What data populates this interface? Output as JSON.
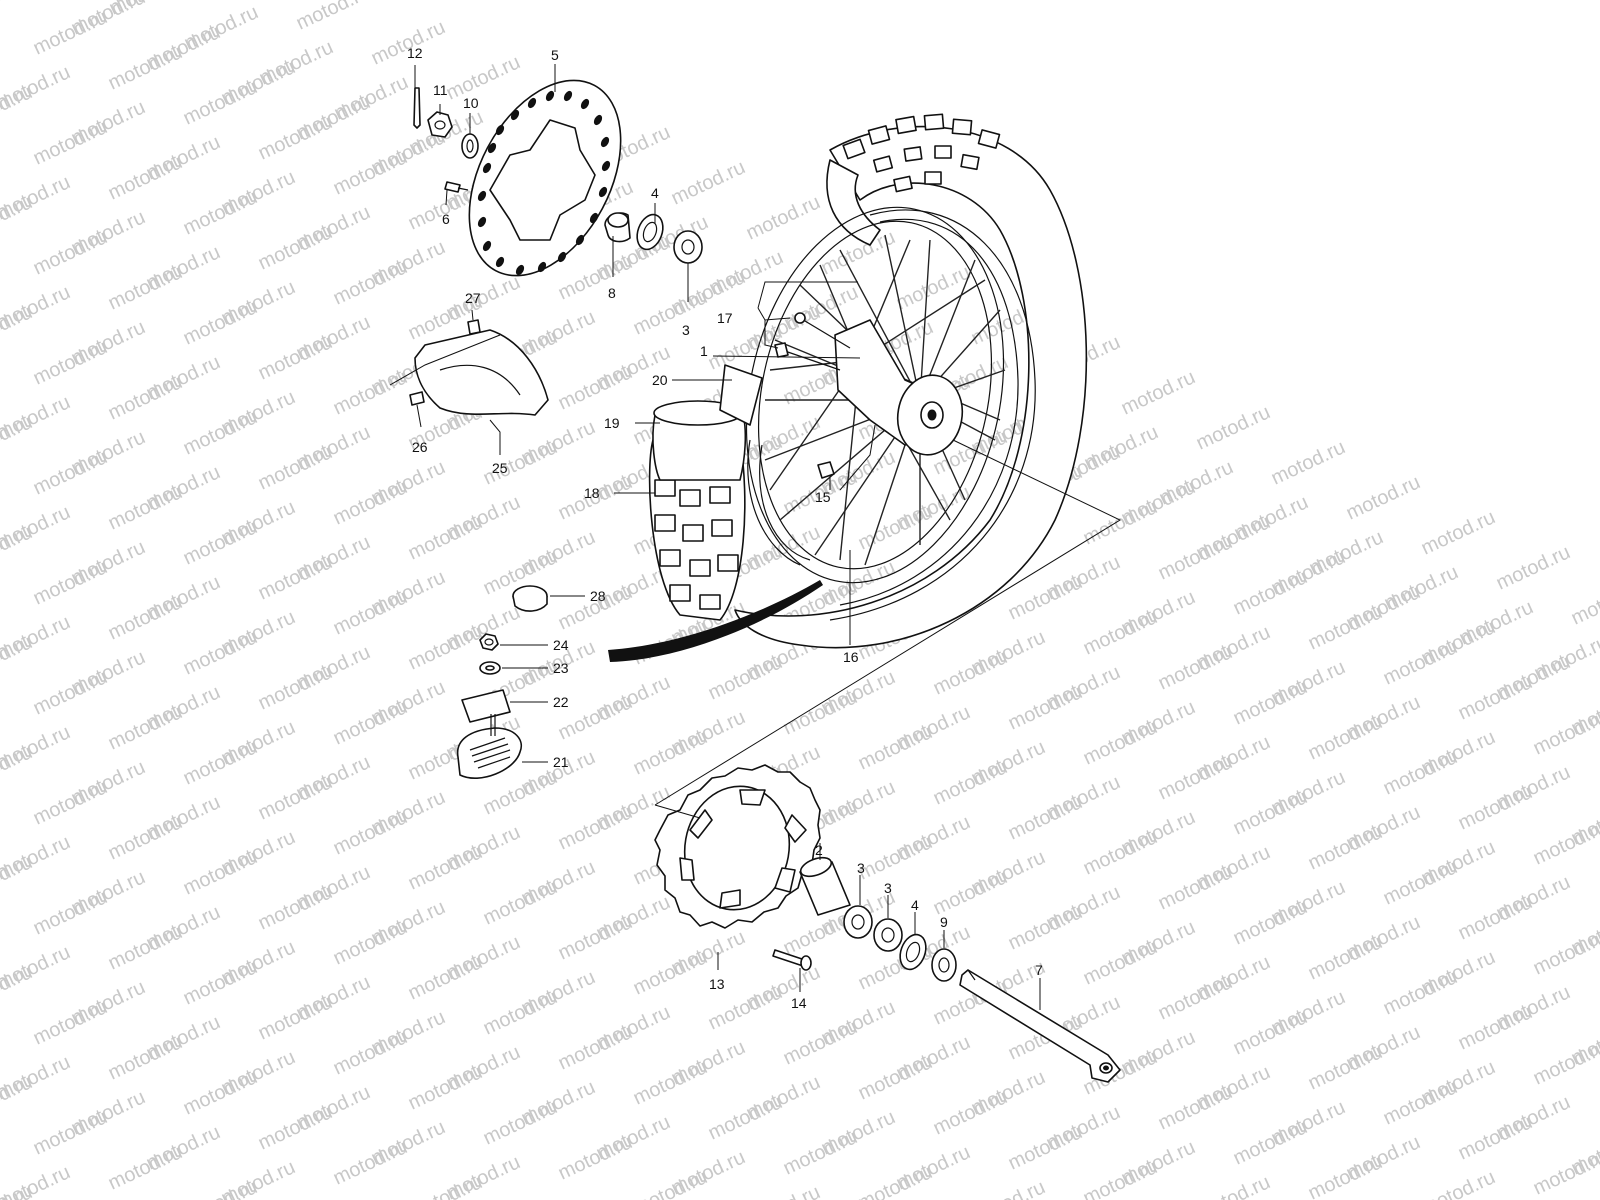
{
  "watermark": "motod.ru",
  "callouts": [
    {
      "id": "c1",
      "num": "1"
    },
    {
      "id": "c2",
      "num": "2"
    },
    {
      "id": "c3a",
      "num": "3"
    },
    {
      "id": "c3b",
      "num": "3"
    },
    {
      "id": "c3c",
      "num": "3"
    },
    {
      "id": "c4a",
      "num": "4"
    },
    {
      "id": "c4b",
      "num": "4"
    },
    {
      "id": "c5",
      "num": "5"
    },
    {
      "id": "c6",
      "num": "6"
    },
    {
      "id": "c7",
      "num": "7"
    },
    {
      "id": "c8",
      "num": "8"
    },
    {
      "id": "c9",
      "num": "9"
    },
    {
      "id": "c10",
      "num": "10"
    },
    {
      "id": "c11",
      "num": "11"
    },
    {
      "id": "c12",
      "num": "12"
    },
    {
      "id": "c13",
      "num": "13"
    },
    {
      "id": "c14",
      "num": "14"
    },
    {
      "id": "c15",
      "num": "15"
    },
    {
      "id": "c16",
      "num": "16"
    },
    {
      "id": "c17",
      "num": "17"
    },
    {
      "id": "c18",
      "num": "18"
    },
    {
      "id": "c19",
      "num": "19"
    },
    {
      "id": "c20",
      "num": "20"
    },
    {
      "id": "c21",
      "num": "21"
    },
    {
      "id": "c22",
      "num": "22"
    },
    {
      "id": "c23",
      "num": "23"
    },
    {
      "id": "c24",
      "num": "24"
    },
    {
      "id": "c25",
      "num": "25"
    },
    {
      "id": "c26",
      "num": "26"
    },
    {
      "id": "c27",
      "num": "27"
    },
    {
      "id": "c28",
      "num": "28"
    }
  ]
}
